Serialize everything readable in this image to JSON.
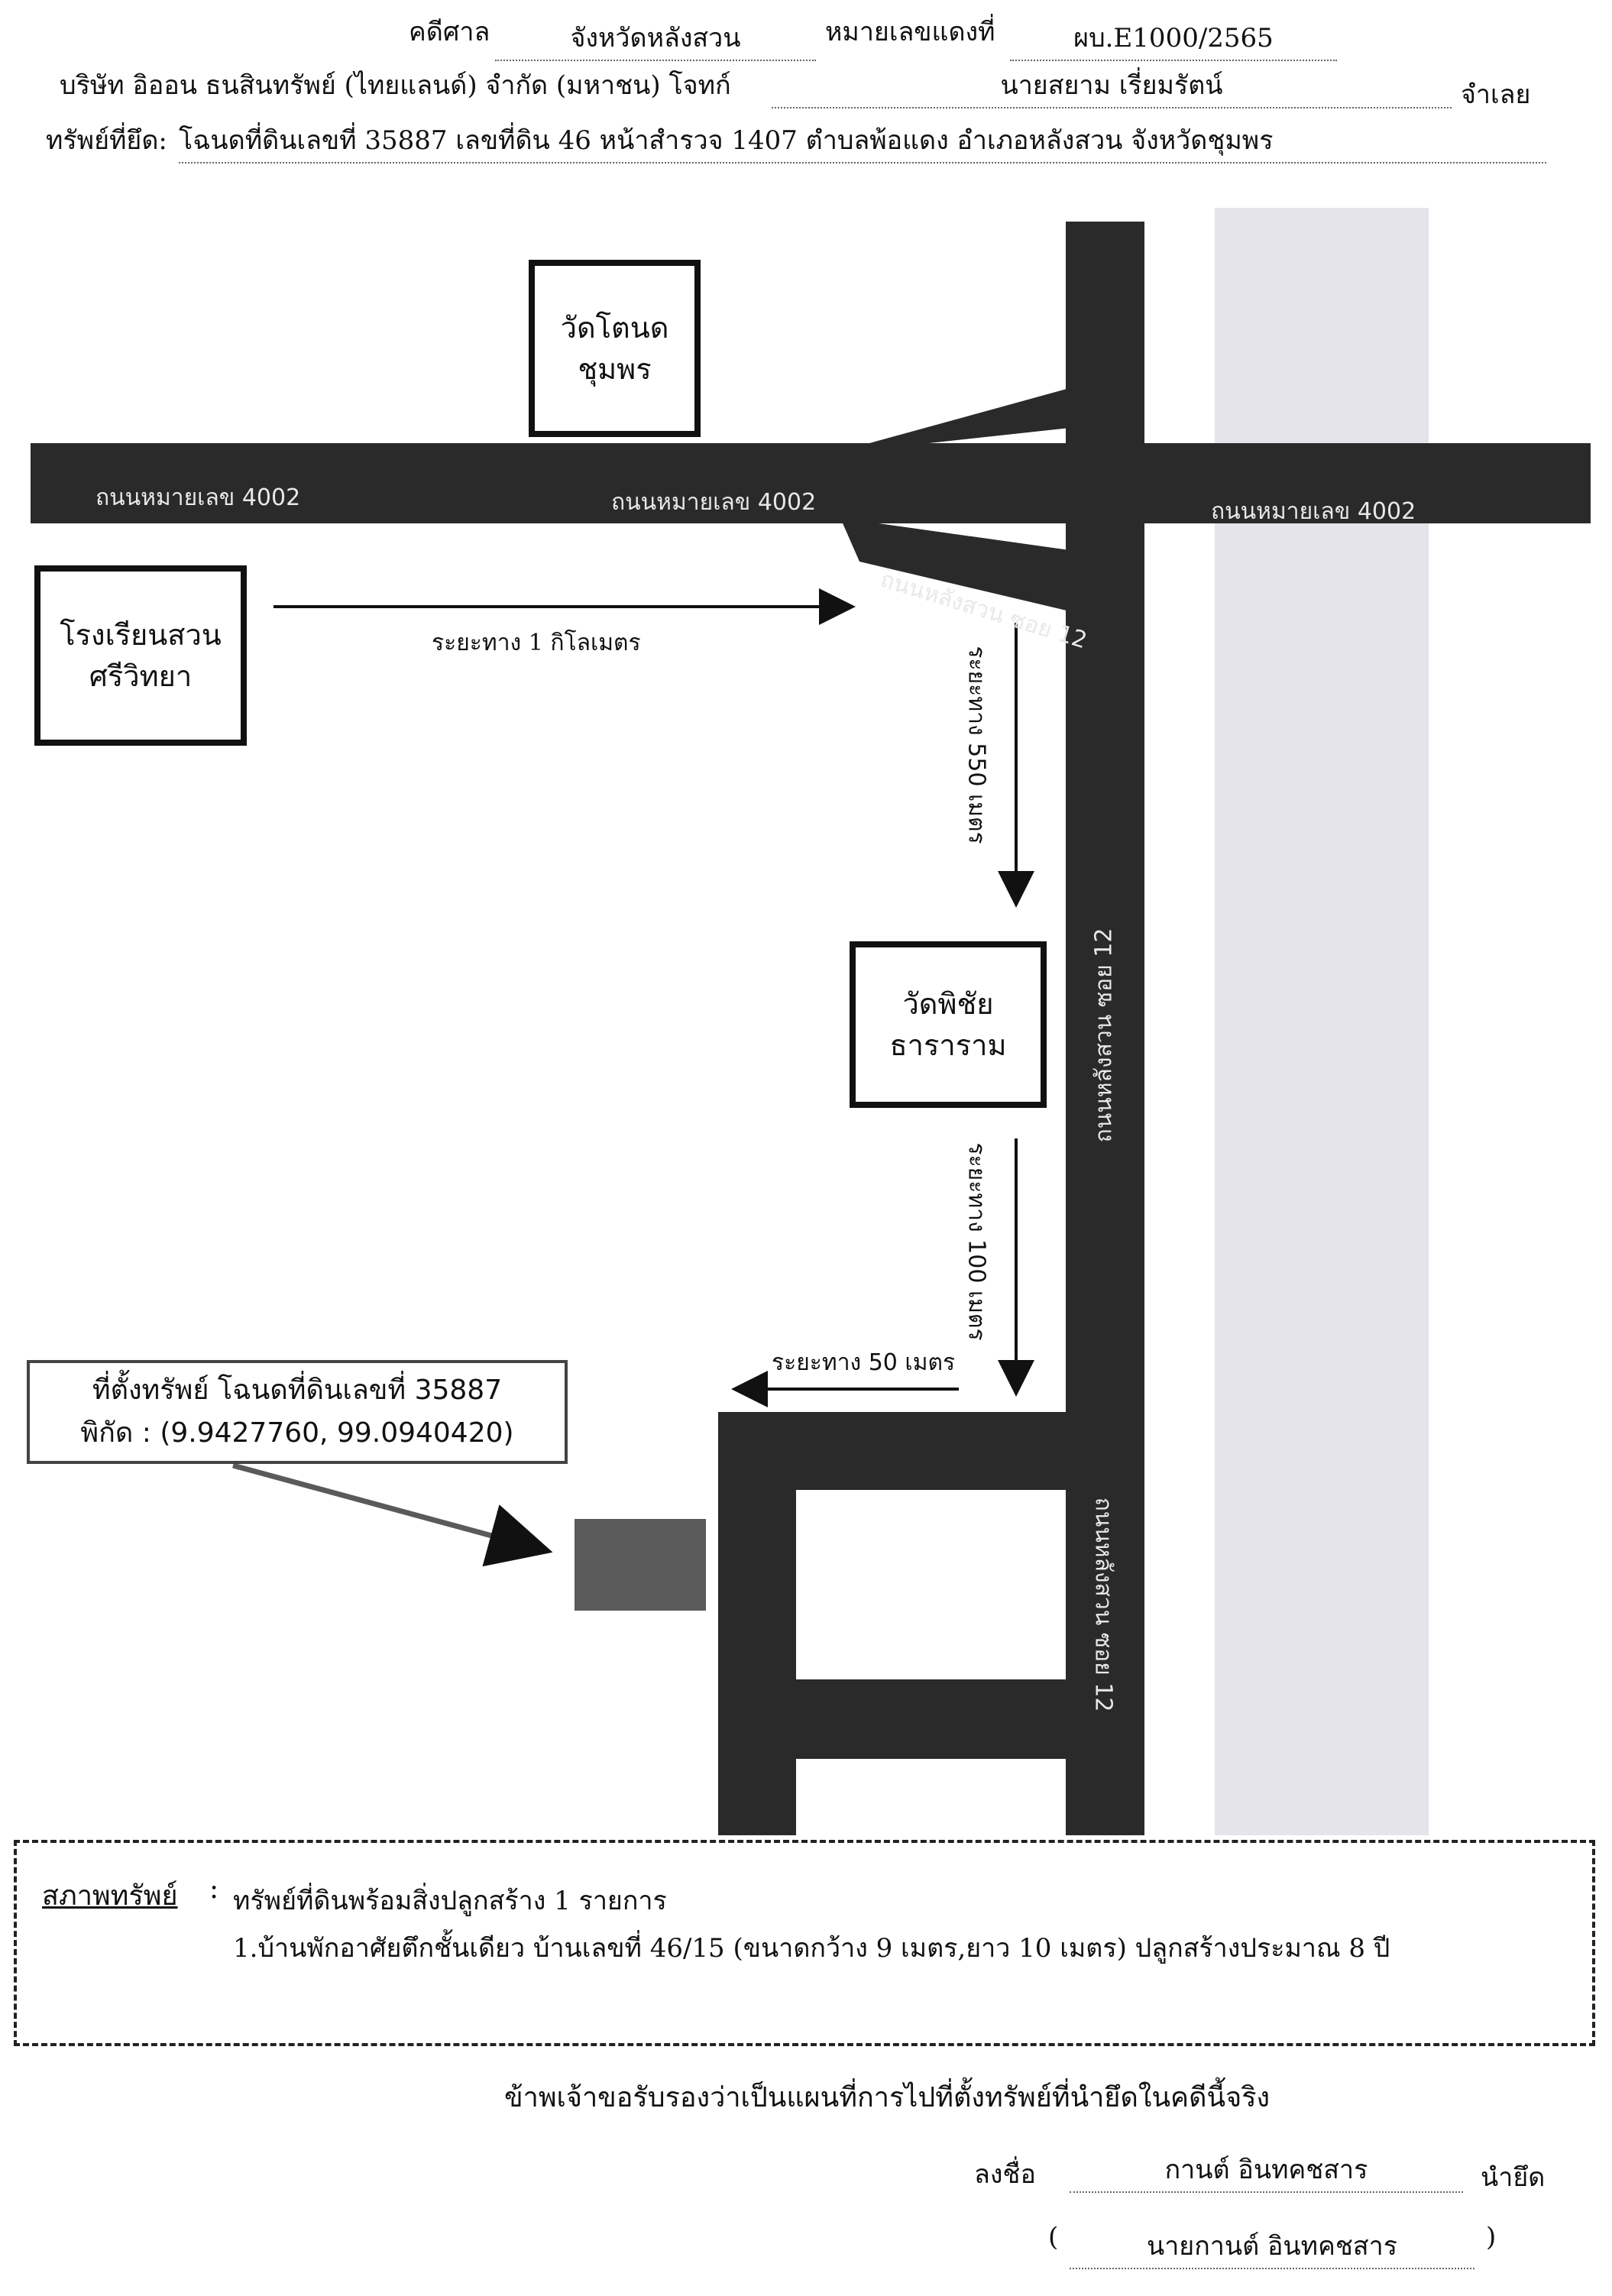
{
  "header": {
    "case_label": "คดีศาล",
    "court": "จังหวัดหลังสวน",
    "red_no_label": "หมายเลขแดงที่",
    "red_no": "ผบ.E1000/2565",
    "plaintiff": "บริษัท อิออน ธนสินทรัพย์ (ไทยแลนด์) จำกัด (มหาชน) โจทก์",
    "defendant": "นายสยาม เรี่ยมรัตน์",
    "defendant_suffix": "จำเลย",
    "seized_label": "ทรัพย์ที่ยึด:",
    "seized": "โฉนดที่ดินเลขที่ 35887 เลขที่ดิน 46 หน้าสำรวจ 1407 ตำบลพ้อแดง อำเภอหลังสวน จังหวัดชุมพร"
  },
  "map": {
    "landmarks": {
      "wat_tonod_1": "วัดโตนด",
      "wat_tonod_2": "ชุมพร",
      "school_1": "โรงเรียนสวน",
      "school_2": "ศรีวิทยา",
      "wat_phichai_1": "วัดพิชัย",
      "wat_phichai_2": "ธาราราม"
    },
    "roads": {
      "road_4002": "ถนนหมายเลข 4002",
      "soi_12": "ถนนหลังสวน ซอย 12"
    },
    "distances": {
      "d_1km": "ระยะทาง 1 กิโลเมตร",
      "d_550m": "ระยะทาง 550 เมตร",
      "d_100m": "ระยะทาง 100 เมตร",
      "d_50m": "ระยะทาง 50 เมตร"
    },
    "property": {
      "line1": "ที่ตั้งทรัพย์ โฉนดที่ดินเลขที่ 35887",
      "line2": "พิกัด : (9.9427760, 99.0940420)"
    }
  },
  "condition": {
    "label": "สภาพทรัพย์",
    "colon": ":",
    "summary": "ทรัพย์ที่ดินพร้อมสิ่งปลูกสร้าง 1 รายการ",
    "item1": "1.บ้านพักอาศัยตึกชั้นเดียว บ้านเลขที่ 46/15 (ขนาดกว้าง 9 เมตร,ยาว 10 เมตร) ปลูกสร้างประมาณ 8 ปี"
  },
  "footer": {
    "certify": "ข้าพเจ้าขอรับรองว่าเป็นแผนที่การไปที่ตั้งทรัพย์ที่นำยึดในคดีนี้จริง",
    "sign_label": "ลงชื่อ",
    "signer": "กานต์ อินทคชสาร",
    "role": "นำยึด",
    "paren_open": "(",
    "printed_name": "นายกานต์ อินทคชสาร",
    "paren_close": ")"
  },
  "colors": {
    "road": "#2a2a2a",
    "parcel": "#5a5a5a",
    "strip": "#e4e4ea"
  }
}
